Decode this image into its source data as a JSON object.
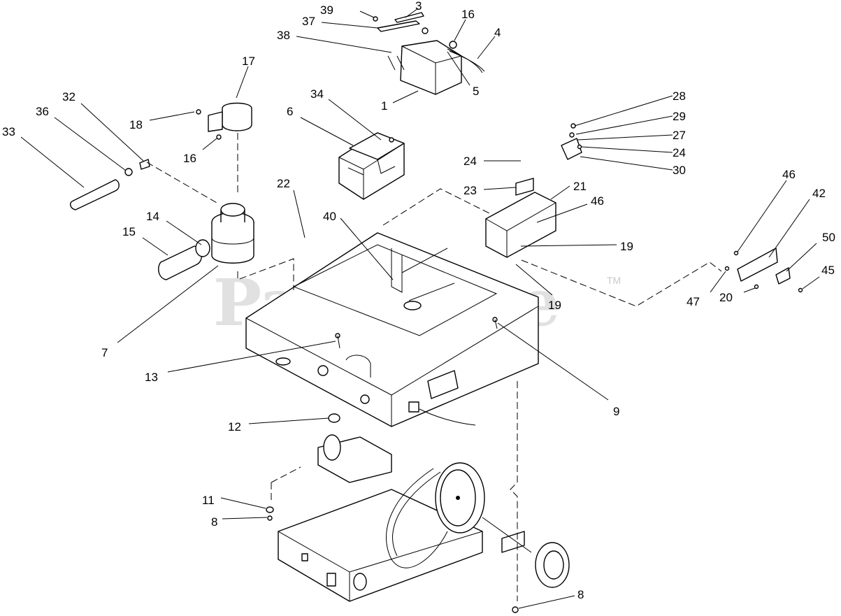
{
  "watermark": {
    "text": "PartsTree",
    "tm": "TM"
  },
  "callouts": [
    {
      "id": "c39",
      "label": "39"
    },
    {
      "id": "c3",
      "label": "3"
    },
    {
      "id": "c16a",
      "label": "16"
    },
    {
      "id": "c37",
      "label": "37"
    },
    {
      "id": "c4",
      "label": "4"
    },
    {
      "id": "c38",
      "label": "38"
    },
    {
      "id": "c5",
      "label": "5"
    },
    {
      "id": "c1",
      "label": "1"
    },
    {
      "id": "c17",
      "label": "17"
    },
    {
      "id": "c32",
      "label": "32"
    },
    {
      "id": "c34",
      "label": "34"
    },
    {
      "id": "c36",
      "label": "36"
    },
    {
      "id": "c6",
      "label": "6"
    },
    {
      "id": "c28",
      "label": "28"
    },
    {
      "id": "c33",
      "label": "33"
    },
    {
      "id": "c18",
      "label": "18"
    },
    {
      "id": "c29",
      "label": "29"
    },
    {
      "id": "c27",
      "label": "27"
    },
    {
      "id": "c16b",
      "label": "16"
    },
    {
      "id": "c24a",
      "label": "24"
    },
    {
      "id": "c24b",
      "label": "24"
    },
    {
      "id": "c30",
      "label": "30"
    },
    {
      "id": "c22",
      "label": "22"
    },
    {
      "id": "c46a",
      "label": "46"
    },
    {
      "id": "c23",
      "label": "23"
    },
    {
      "id": "c21",
      "label": "21"
    },
    {
      "id": "c42",
      "label": "42"
    },
    {
      "id": "c14",
      "label": "14"
    },
    {
      "id": "c40",
      "label": "40"
    },
    {
      "id": "c46b",
      "label": "46"
    },
    {
      "id": "c15",
      "label": "15"
    },
    {
      "id": "c50",
      "label": "50"
    },
    {
      "id": "c19a",
      "label": "19"
    },
    {
      "id": "c45",
      "label": "45"
    },
    {
      "id": "c47",
      "label": "47"
    },
    {
      "id": "c19b",
      "label": "19"
    },
    {
      "id": "c20",
      "label": "20"
    },
    {
      "id": "c7",
      "label": "7"
    },
    {
      "id": "c13",
      "label": "13"
    },
    {
      "id": "c9",
      "label": "9"
    },
    {
      "id": "c12",
      "label": "12"
    },
    {
      "id": "c11",
      "label": "11"
    },
    {
      "id": "c8a",
      "label": "8"
    },
    {
      "id": "c8b",
      "label": "8"
    }
  ]
}
